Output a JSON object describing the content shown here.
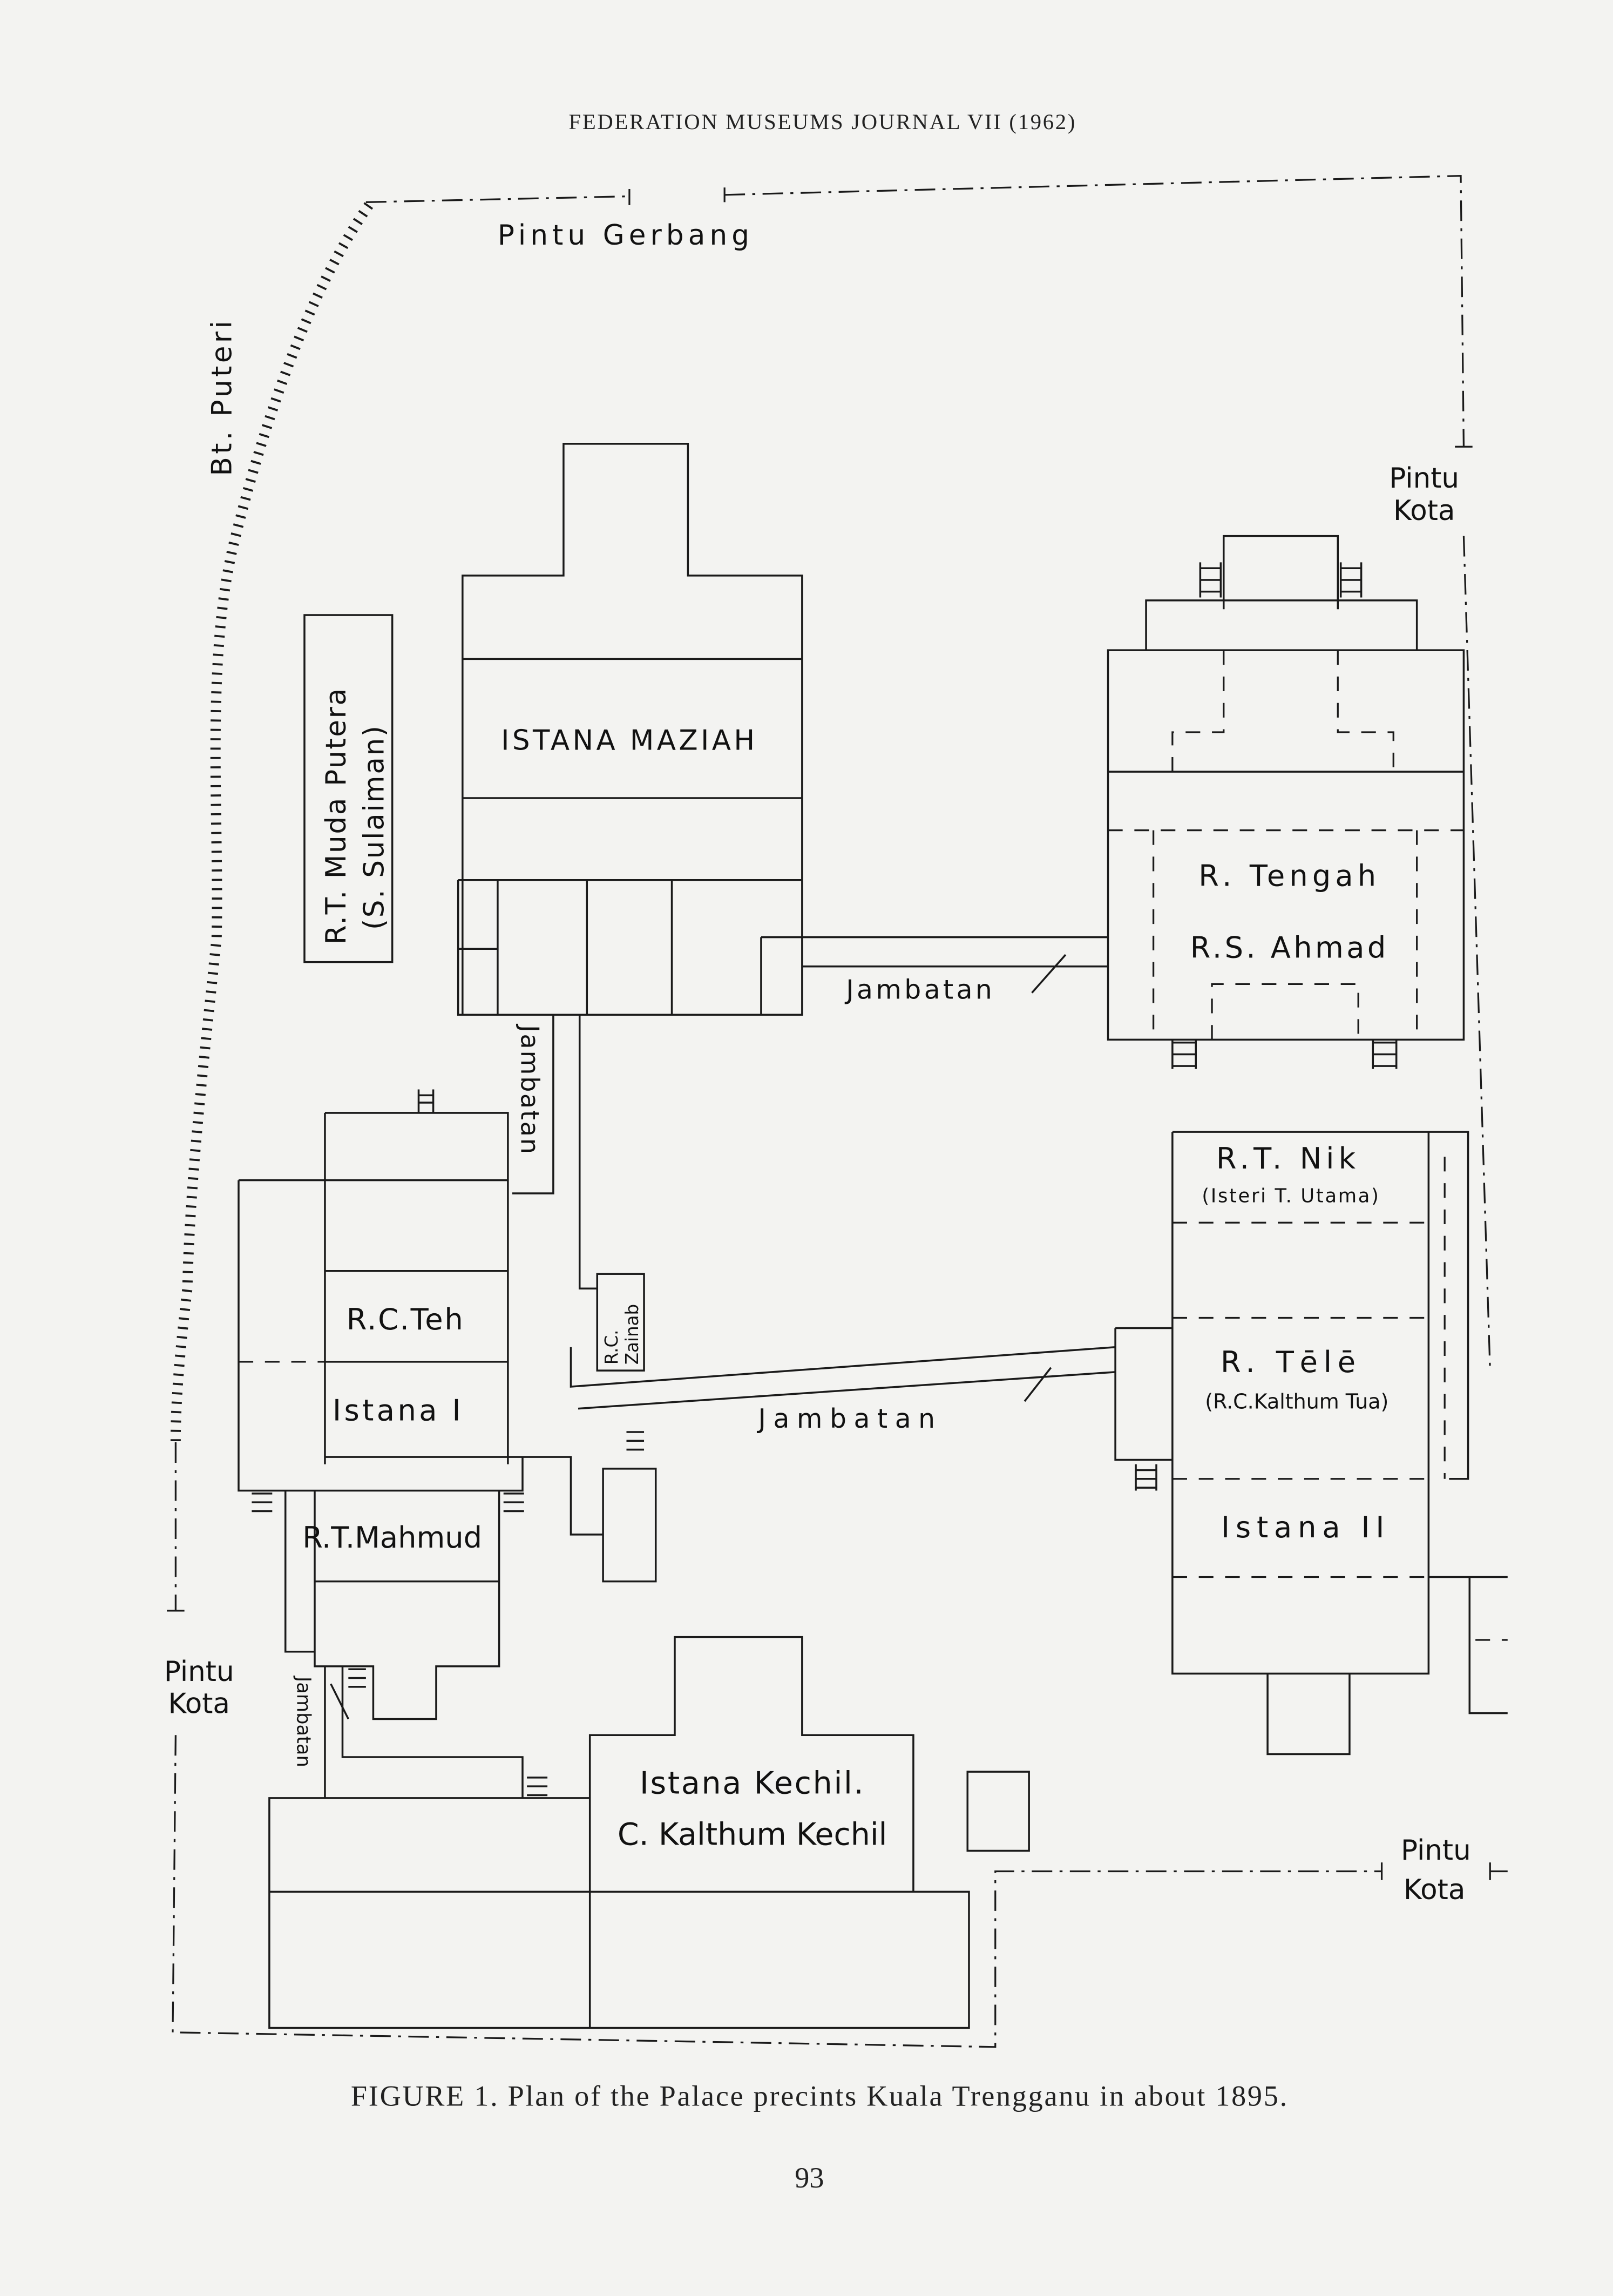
{
  "header": "FEDERATION MUSEUMS JOURNAL VII (1962)",
  "labels": {
    "pintu_gerbang": "Pintu Gerbang",
    "bt_puteri": "Bt. Puteri",
    "pintu_kota_top_1": "Pintu",
    "pintu_kota_top_2": "Kota",
    "pintu_kota_left_1": "Pintu",
    "pintu_kota_left_2": "Kota",
    "pintu_kota_bottom_1": "Pintu",
    "pintu_kota_bottom_2": "Kota",
    "rt_muda_putera": "R.T. Muda Putera",
    "s_sulaiman": "(S. Sulaiman)",
    "istana_maziah": "ISTANA MAZIAH",
    "jambatan_1": "Jambatan",
    "jambatan_2": "Jambatan",
    "jambatan_3": "Jambatan",
    "jambatan_4": "Jambatan",
    "r_tengah": "R. Tengah",
    "rs_ahmad": "R.S. Ahmad",
    "rt_nik": "R.T. Nik",
    "isteri_t_utama": "(Isteri T. Utama)",
    "r_tele": "R. Tēlē",
    "rc_kalthum_tua": "(R.C.Kalthum Tua)",
    "istana_ii": "Istana II",
    "rc_teh": "R.C.Teh",
    "istana_i": "Istana I",
    "rc_zainab_1": "R.C.",
    "rc_zainab_2": "Zainab",
    "rt_mahmud": "R.T.Mahmud",
    "istana_kechil": "Istana Kechil.",
    "c_kalthum_kechil": "C. Kalthum Kechil"
  },
  "caption": "FIGURE 1.  Plan of the Palace precints Kuala Trengganu in about 1895.",
  "page_number": "93"
}
